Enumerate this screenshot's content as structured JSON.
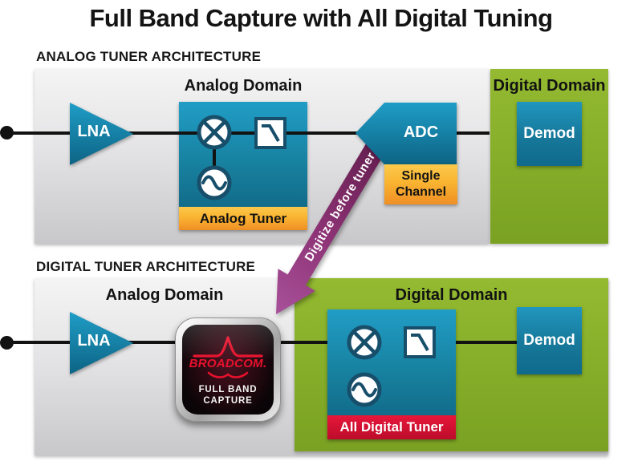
{
  "title": "Full Band Capture with All Digital Tuning",
  "analog_architecture": {
    "header": "ANALOG TUNER ARCHITECTURE",
    "analog_domain": "Analog Domain",
    "digital_domain": "Digital Domain",
    "lna": "LNA",
    "analog_tuner": "Analog Tuner",
    "adc": "ADC",
    "single_channel": "Single Channel",
    "demod": "Demod"
  },
  "digital_architecture": {
    "header": "DIGITAL TUNER ARCHITECTURE",
    "analog_domain": "Analog Domain",
    "digital_domain": "Digital Domain",
    "lna": "LNA",
    "chip_brand": "BROADCOM.",
    "chip_label": "FULL BAND CAPTURE",
    "all_digital_tuner": "All Digital Tuner",
    "demod": "Demod"
  },
  "annotation": {
    "arrow_label": "Digitize before tuner"
  },
  "colors": {
    "teal": "#17809e",
    "green": "#85ad29",
    "orange": "#f9b431",
    "red": "#d01031",
    "purple_arrow_dark": "#5e1b49",
    "purple_arrow_light": "#a8509a",
    "line_black": "#121212",
    "chip_red": "#e8112d"
  }
}
